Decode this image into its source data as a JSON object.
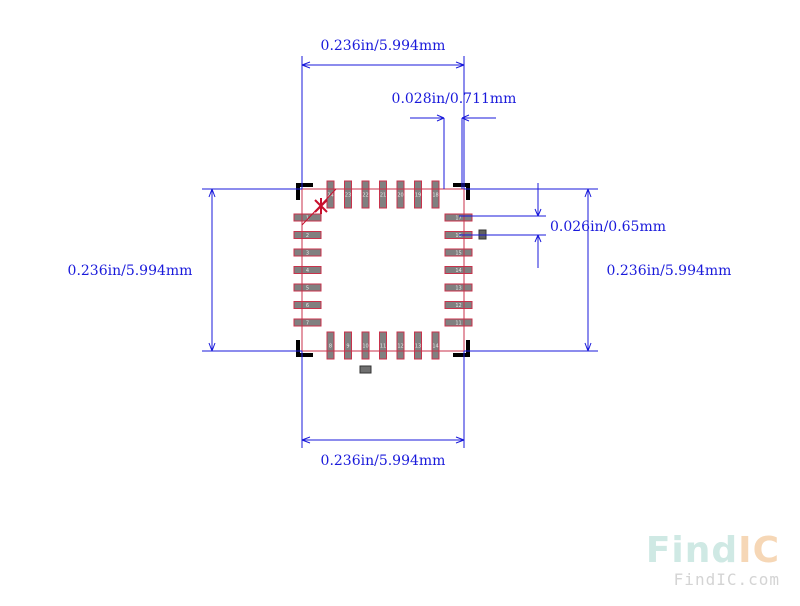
{
  "dimensions": {
    "top_width": "0.236in/5.994mm",
    "pad_width": "0.028in/0.711mm",
    "pitch": "0.026in/0.65mm",
    "left_height": "0.236in/5.994mm",
    "right_height": "0.236in/5.994mm",
    "bottom_width": "0.236in/5.994mm"
  },
  "pins": {
    "top": [
      "24",
      "23",
      "22",
      "21",
      "20",
      "19",
      "18"
    ],
    "left": [
      "1",
      "2",
      "3",
      "4",
      "5",
      "6",
      "7"
    ],
    "bottom": [
      "8",
      "9",
      "10",
      "11",
      "12",
      "13",
      "14"
    ],
    "right": [
      "17",
      "16",
      "15",
      "14",
      "13",
      "12",
      "11"
    ]
  },
  "watermark": {
    "brand_part1": "Find",
    "brand_part2": "IC",
    "url": "FindIC.com"
  },
  "colors": {
    "dimension": "#1a1adb",
    "pad_fill": "#808080",
    "pad_outline": "#c8324b",
    "pin1_marker": "#c8102e",
    "corner_mark": "#000000"
  }
}
